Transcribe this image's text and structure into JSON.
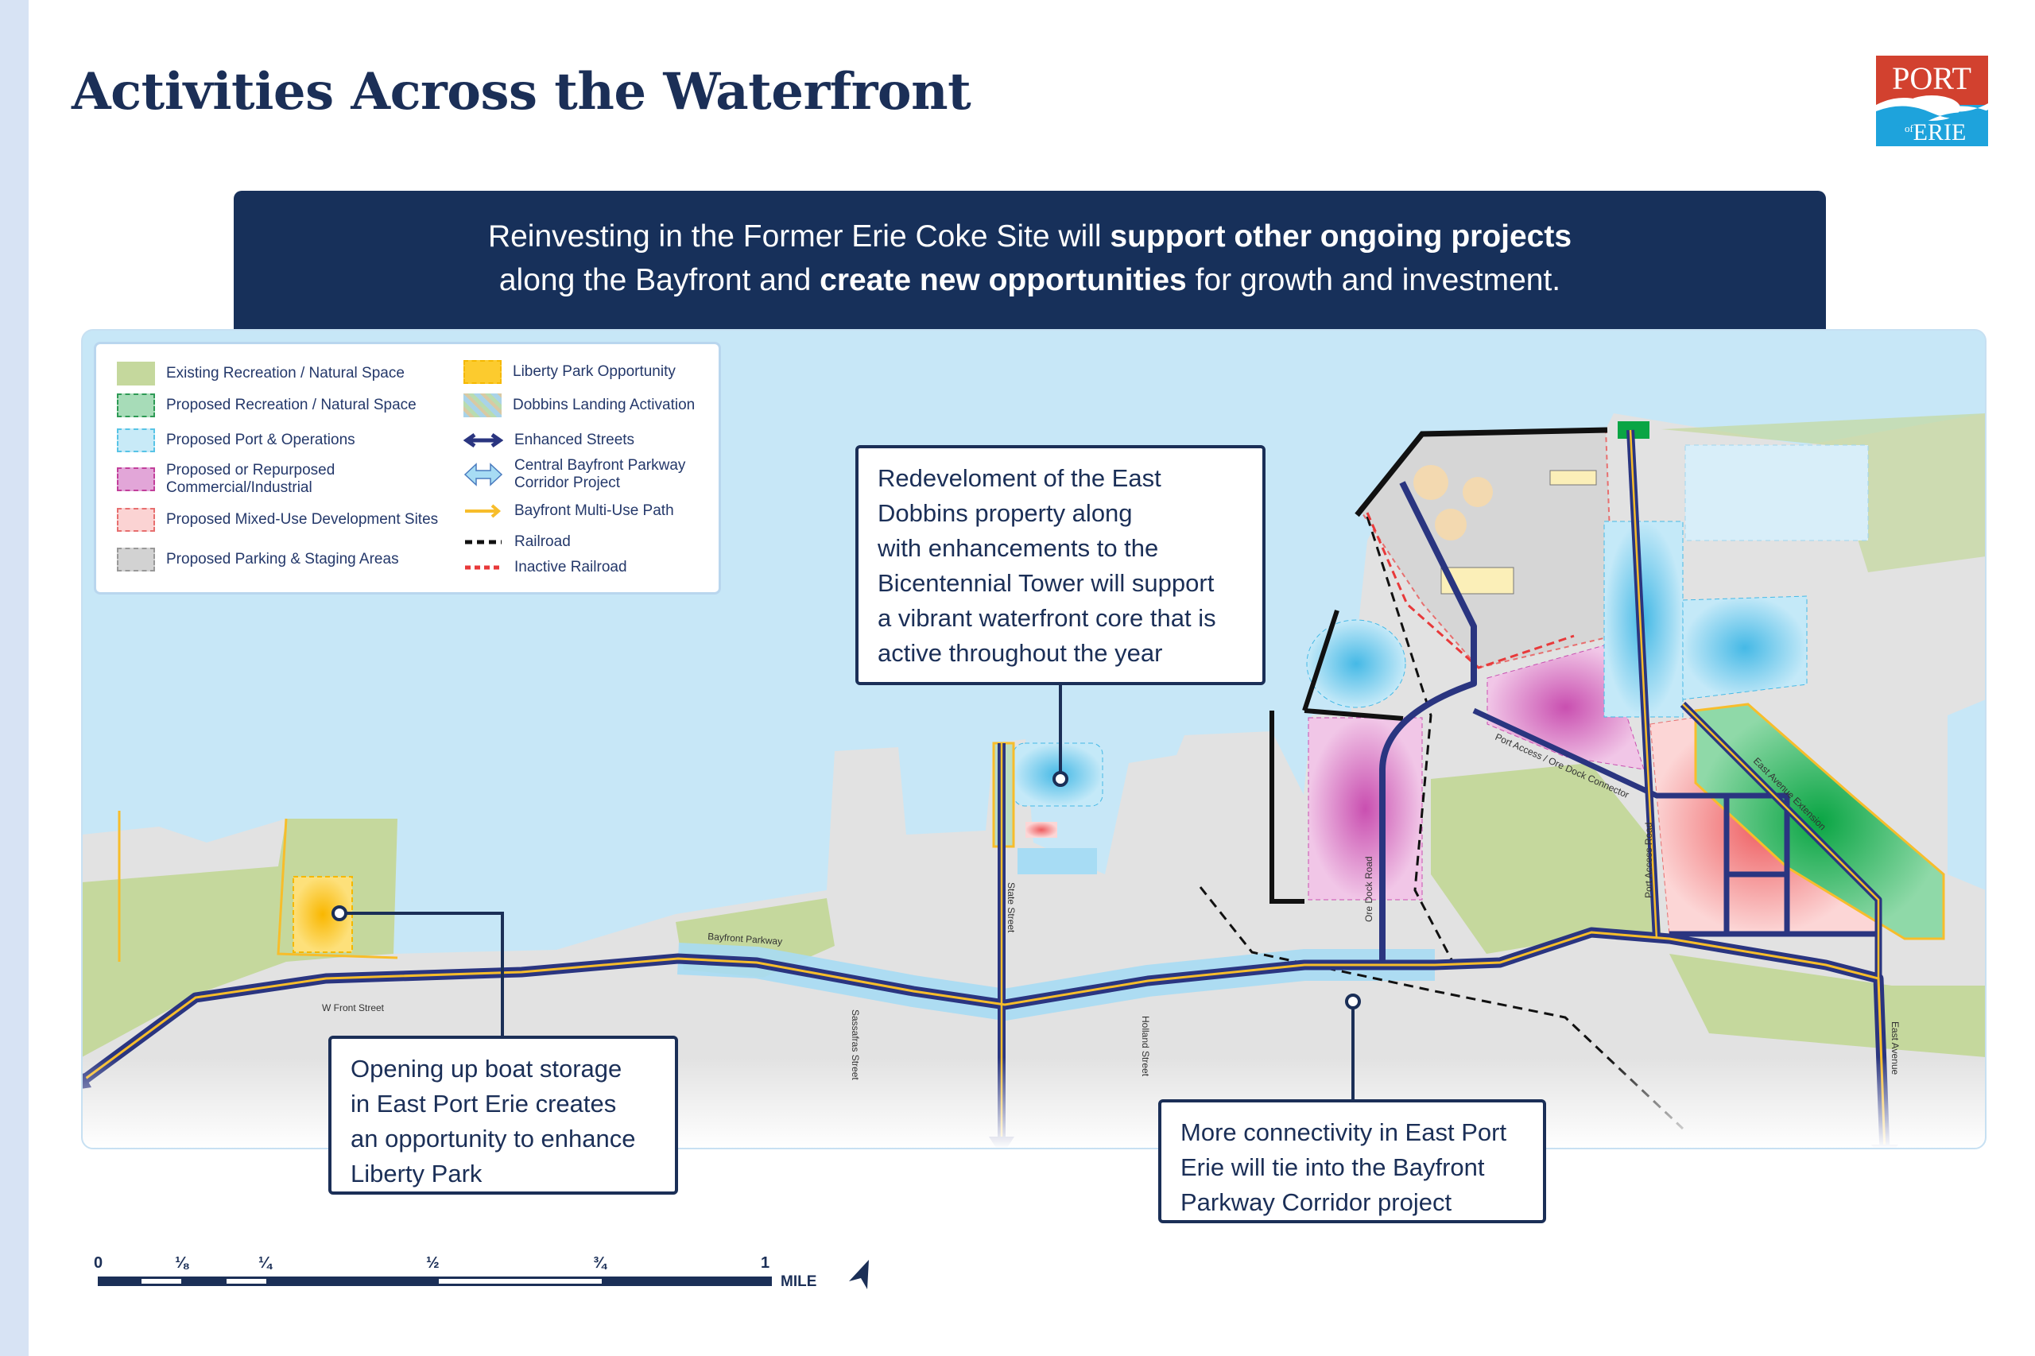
{
  "title": "Activities Across the Waterfront",
  "logo": {
    "top": "PORT",
    "of": "of",
    "bottom": "ERIE",
    "colors": {
      "red": "#d2412f",
      "blue": "#1ea3dc"
    }
  },
  "banner": {
    "line1_a": "Reinvesting in the Former Erie Coke Site will ",
    "line1_b": "support other ongoing projects",
    "line2_a": "along the Bayfront and ",
    "line2_b": "create new opportunities",
    "line2_c": " for growth and investment."
  },
  "legend": {
    "left": [
      {
        "label": "Existing Recreation / Natural Space",
        "color": "#c5d89d"
      },
      {
        "label": "Proposed Recreation / Natural Space",
        "color": "#8fd3a6"
      },
      {
        "label": "Proposed Port & Operations",
        "color": "#bfe5f5"
      },
      {
        "label": "Proposed or Repurposed Commercial/Industrial",
        "color": "#e2a6d8"
      },
      {
        "label": "Proposed Mixed-Use Development Sites",
        "color": "#fbcaca"
      },
      {
        "label": "Proposed Parking & Staging Areas",
        "color": "#d2d2d2"
      }
    ],
    "right": [
      {
        "label": "Liberty Park Opportunity",
        "color": "#fccb2e"
      },
      {
        "label": "Dobbins Landing Activation",
        "color": "#a9d3e8"
      },
      {
        "label": "Enhanced Streets",
        "color": "#2a3580"
      },
      {
        "label": "Central Bayfront Parkway Corridor Project",
        "color": "#a7dcf4"
      },
      {
        "label": "Bayfront Multi-Use Path",
        "color": "#f7bd2b"
      },
      {
        "label": "Railroad",
        "color": "#111111"
      },
      {
        "label": "Inactive Railroad",
        "color": "#e8393a"
      }
    ]
  },
  "callouts": {
    "dobbins": [
      "Redeveloment of the East",
      "Dobbins property along",
      "with enhancements to the",
      "Bicentennial Tower will support",
      "a vibrant waterfront core that is",
      "active throughout the year"
    ],
    "liberty": [
      "Opening up boat storage",
      "in East Port Erie creates",
      "an opportunity to enhance",
      "Liberty Park"
    ],
    "connectivity": [
      "More connectivity in East Port",
      "Erie will tie into the Bayfront",
      "Parkway Corridor project"
    ]
  },
  "streets": {
    "bayfront": "Bayfront Parkway",
    "wfront": "W Front Street",
    "state": "State Street",
    "sassafras": "Sassafras Street",
    "holland": "Holland Street",
    "oredock": "Ore Dock Road",
    "connector": "Port Access / Ore Dock Connector",
    "portaccess": "Port Access Road",
    "eastext": "East Avenue Extension",
    "eastave": "East Avenue"
  },
  "scale": {
    "ticks": [
      "0",
      "⅛",
      "¼",
      "½",
      "¾",
      "1"
    ],
    "unit": "MILE"
  },
  "colors": {
    "navy": "#1b2f57",
    "water": "#c7e7f7",
    "land": "#e2e2e2",
    "green": "#c5d89d"
  }
}
